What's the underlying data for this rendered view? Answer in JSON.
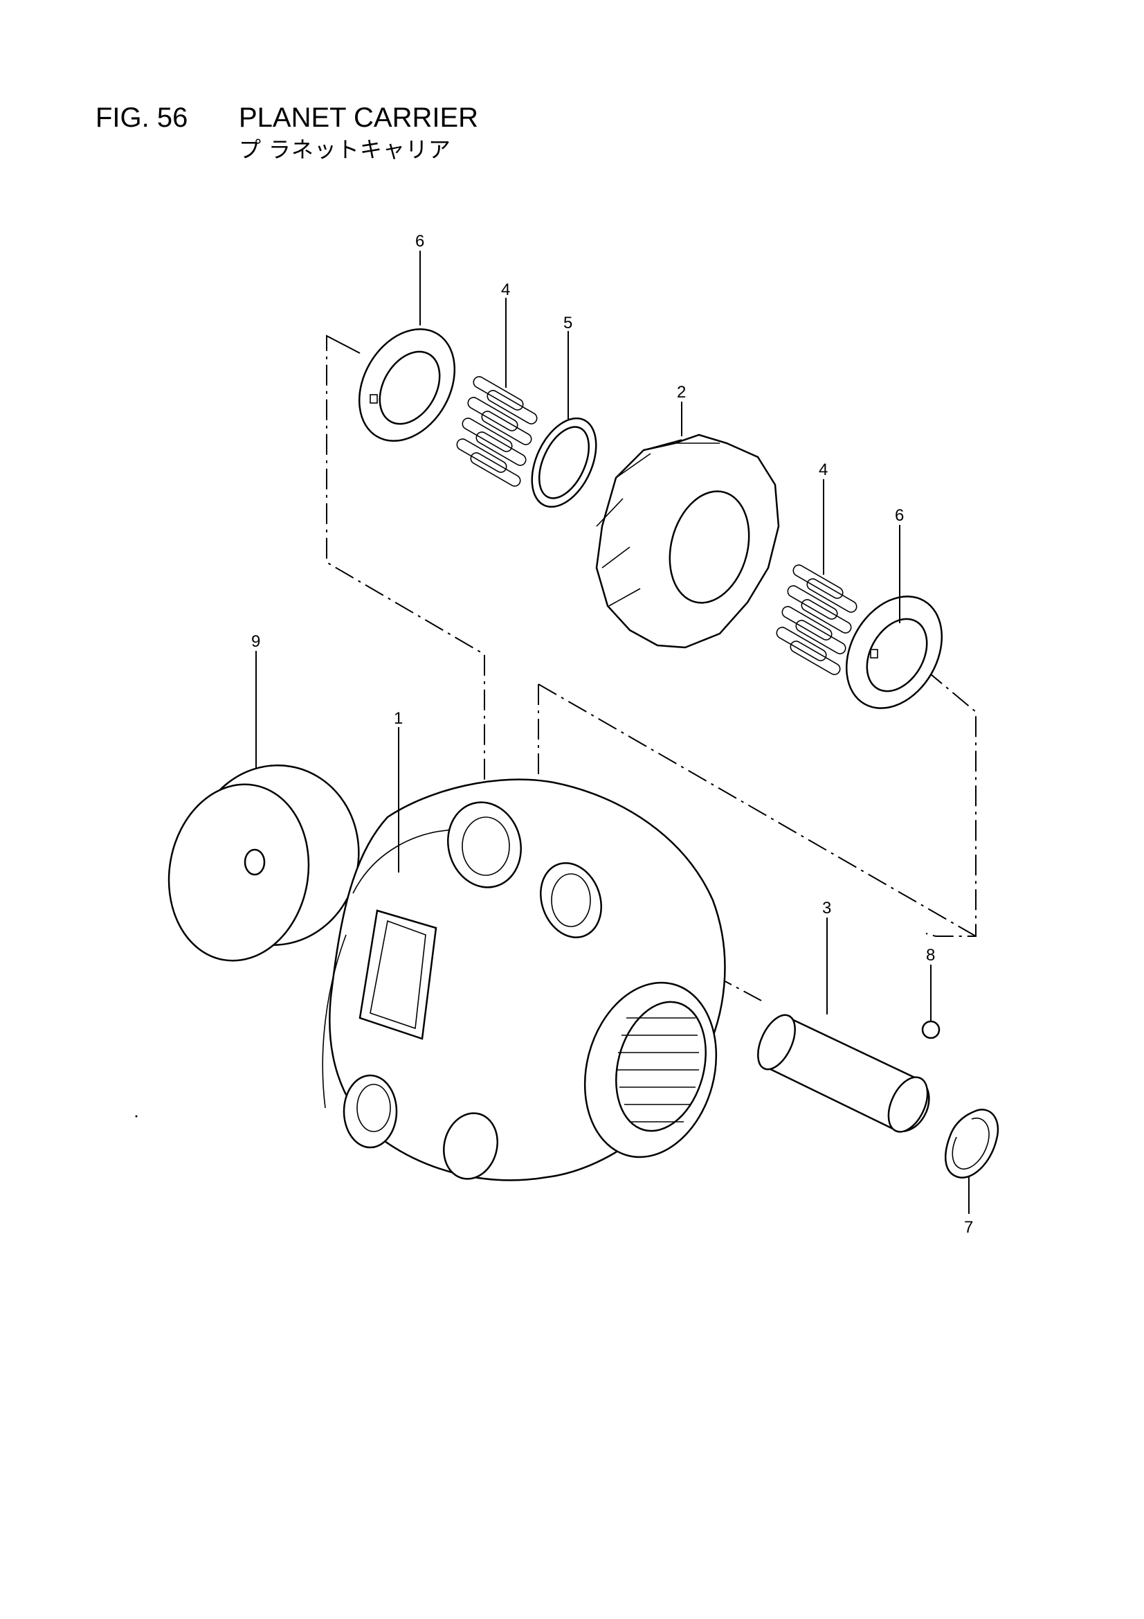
{
  "header": {
    "figure_number": "FIG. 56",
    "title": "PLANET CARRIER",
    "subtitle_jp": "プ ラネットキャリア"
  },
  "callouts": {
    "c1": "1",
    "c2": "2",
    "c3": "3",
    "c4a": "4",
    "c4b": "4",
    "c5": "5",
    "c6a": "6",
    "c6b": "6",
    "c7": "7",
    "c8": "8",
    "c9": "9"
  }
}
